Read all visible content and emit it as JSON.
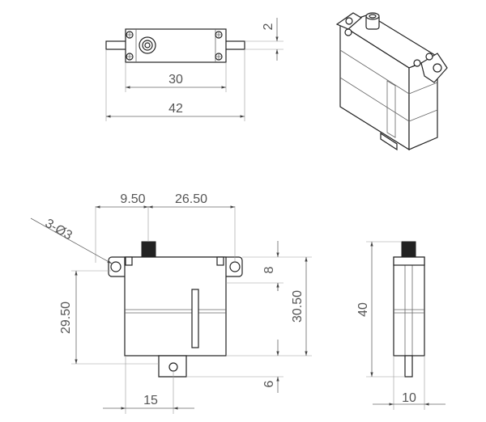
{
  "drawing": {
    "top_view": {
      "height_dim": "2",
      "inner_width_dim": "30",
      "outer_width_dim": "42"
    },
    "front_view": {
      "offset_dim_left": "9.50",
      "offset_dim_right": "26.50",
      "hole_callout": "3-Ø3",
      "flange_height_dim": "8",
      "body_height_dim": "30.50",
      "hole_to_bottom_dim": "29.50",
      "tab_height_dim": "6",
      "tab_offset_dim": "15"
    },
    "side_view": {
      "height_dim": "40",
      "width_dim": "10"
    }
  }
}
